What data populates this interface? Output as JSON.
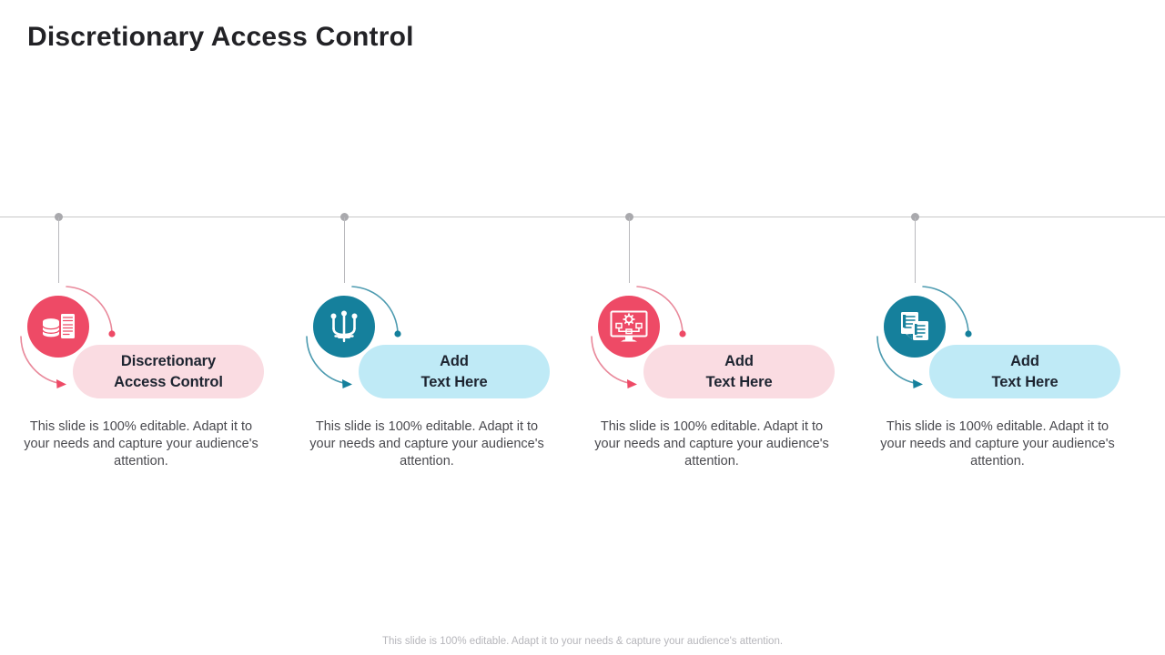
{
  "page": {
    "title": "Discretionary Access Control",
    "background": "#ffffff"
  },
  "colors": {
    "pink_solid": "#ee4a66",
    "pink_light": "#fadce2",
    "teal_solid": "#15809c",
    "blue_light": "#bfeaf6",
    "axis_line": "#c7c7c7",
    "axis_dot": "#a9a9ad",
    "body_text": "#4a4a4f",
    "title_text": "#222226",
    "footer_text": "#b6b6bb"
  },
  "timeline": {
    "axis_name": "horizontal-timeline-axis",
    "node_count": 4
  },
  "steps": [
    {
      "id": "step-1",
      "icon_name": "database-server-icon",
      "theme": "pink",
      "pill_label": "Discretionary\nAccess Control",
      "pill_line1": "Discretionary",
      "pill_line2": "Access Control",
      "body": "This slide is 100% editable. Adapt it to your needs and capture your audience's attention."
    },
    {
      "id": "step-2",
      "icon_name": "circuit-trident-icon",
      "theme": "teal",
      "pill_label": "Add\nText Here",
      "pill_line1": "Add",
      "pill_line2": "Text Here",
      "body": "This slide is 100% editable. Adapt it to your needs and capture your audience's attention."
    },
    {
      "id": "step-3",
      "icon_name": "monitor-gear-network-icon",
      "theme": "pink",
      "pill_label": "Add\nText Here",
      "pill_line1": "Add",
      "pill_line2": "Text Here",
      "body": "This slide is 100% editable. Adapt it to your needs and capture your audience's attention."
    },
    {
      "id": "step-4",
      "icon_name": "documents-copy-icon",
      "theme": "teal",
      "pill_label": "Add\nText Here",
      "pill_line1": "Add",
      "pill_line2": "Text Here",
      "body": "This slide is 100% editable. Adapt it to your needs and capture your audience's attention."
    }
  ],
  "footer": {
    "note": "This slide is 100% editable. Adapt it to your needs & capture your audience's attention."
  }
}
